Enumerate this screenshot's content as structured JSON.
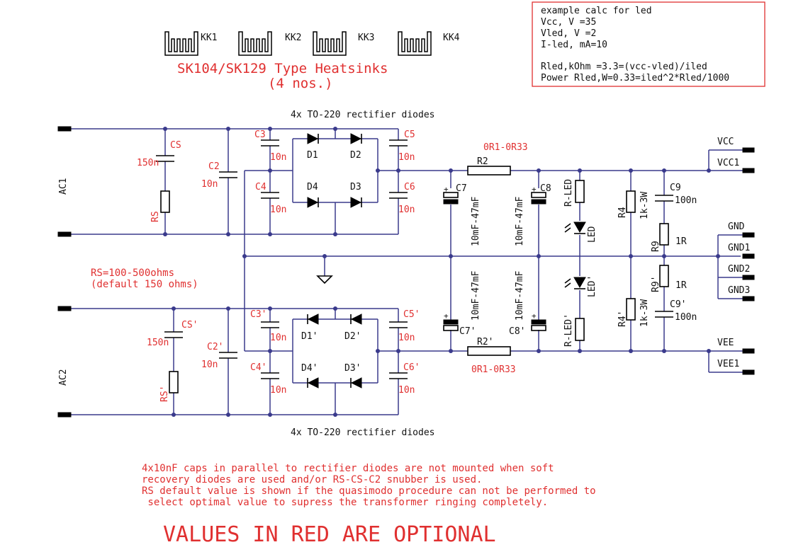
{
  "heatsinks": {
    "labels": [
      "KK1",
      "KK2",
      "KK3",
      "KK4"
    ],
    "title": "SK104/SK129 Type Heatsinks",
    "subtitle": "(4 nos.)"
  },
  "calc_box": {
    "lines": [
      "example calc for led",
      "Vcc, V =35",
      "Vled, V =2",
      "I-led, mA=10",
      "",
      "Rled,kOhm =3.3=(vcc-vled)/iled",
      "Power Rled,W=0.33=iled^2*Rled/1000"
    ]
  },
  "diodes_caption_top": "4x TO-220 rectifier diodes",
  "diodes_caption_bottom": "4x TO-220 rectifier diodes",
  "inputs": {
    "ac1": "AC1",
    "ac2": "AC2"
  },
  "upper": {
    "cs": "CS",
    "cs_val": "150n",
    "rs": "RS",
    "c2": "C2",
    "c2_val": "10n",
    "c3": "C3",
    "c3_val": "10n",
    "c4": "C4",
    "c4_val": "10n",
    "c5": "C5",
    "c5_val": "10n",
    "c6": "C6",
    "c6_val": "10n",
    "d1": "D1",
    "d2": "D2",
    "d3": "D3",
    "d4": "D4",
    "r2": "R2",
    "r2_val": "0R1-0R33",
    "c7": "C7",
    "c7_val": "10mF-47mF",
    "c8": "C8",
    "c8_val": "10mF-47mF",
    "rled": "R-LED",
    "led": "LED",
    "r4": "R4",
    "r4_val": "1k-3W",
    "c9": "C9",
    "c9_val": "100n",
    "r9": "R9",
    "r9_val": "1R"
  },
  "lower": {
    "cs": "CS'",
    "cs_val": "150n",
    "rs": "RS'",
    "c2": "C2'",
    "c2_val": "10n",
    "c3": "C3'",
    "c3_val": "10n",
    "c4": "C4'",
    "c4_val": "10n",
    "c5": "C5'",
    "c5_val": "10n",
    "c6": "C6'",
    "c6_val": "10n",
    "d1": "D1'",
    "d2": "D2'",
    "d3": "D3'",
    "d4": "D4'",
    "r2": "R2'",
    "r2_val": "0R1-0R33",
    "c7": "C7'",
    "c7_val": "10mF-47mF",
    "c8": "C8'",
    "c8_val": "10mF-47mF",
    "rled": "R-LED'",
    "led": "LED'",
    "r4": "R4'",
    "r4_val": "1k-3W",
    "c9": "C9'",
    "c9_val": "100n",
    "r9": "R9'",
    "r9_val": "1R"
  },
  "outputs": {
    "vcc": "VCC",
    "vcc1": "VCC1",
    "gnd": "GND",
    "gnd1": "GND1",
    "gnd2": "GND2",
    "gnd3": "GND3",
    "vee": "VEE",
    "vee1": "VEE1"
  },
  "rs_note": [
    "RS=100-500ohms",
    "(default 150 ohms)"
  ],
  "bottom_note": [
    "4x10nF caps in parallel to rectifier diodes are not mounted when soft",
    "recovery diodes are used and/or RS-CS-C2 snubber is used.",
    "RS default value is shown if the quasimodo procedure can not be performed to",
    " select optimal value to supress the transformer ringing completely."
  ],
  "footer": "VALUES IN RED ARE OPTIONAL",
  "colors": {
    "wire": "#3a3a8c",
    "red_text": "#e03030",
    "symbol": "#000000"
  }
}
